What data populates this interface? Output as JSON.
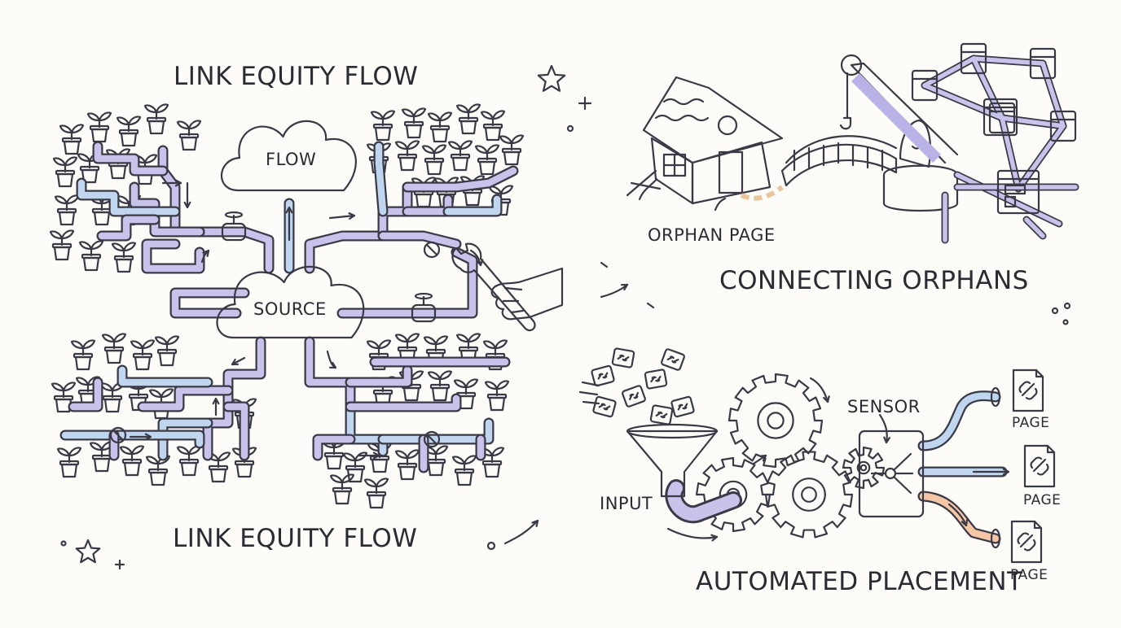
{
  "labels": {
    "top_title": "LINK EQUITY FLOW",
    "bottom_title": "LINK EQUITY FLOW",
    "flow_cloud": "FLOW",
    "source_cloud": "SOURCE",
    "orphan_page": "ORPHAN PAGE",
    "connecting_title": "CONNECTING ORPHANS",
    "sensor": "SENSOR",
    "input": "INPUT",
    "page_1": "PAGE",
    "page_2": "PAGE",
    "page_3": "PAGE",
    "automated_title": "AUTOMATED PLACEMENT"
  },
  "icons": [
    "star-icon",
    "sparkle-icon",
    "house-icon",
    "bridge-icon",
    "crane-icon",
    "wrench-icon",
    "hand-icon",
    "funnel-icon",
    "gear-icon",
    "link-icon",
    "page-icon",
    "pipe-icon",
    "valve-icon",
    "plant-icon",
    "cloud-icon",
    "arrow-icon"
  ],
  "colors": {
    "pipe_purple": "#c9c3ec",
    "pipe_blue": "#bfd6ee",
    "cloud_top": "#cdeae6",
    "cloud_source": "#c9d3f1",
    "pot_orange": "#f5c6a5",
    "pot_purple": "#d3c9ef",
    "pot_green": "#cde9d8",
    "leaf_green": "#8fd1a5",
    "valve": "#f2b7a5",
    "gear_purple": "#c9c2ec",
    "gear_green": "#bfe6d3",
    "funnel": "#f5d9a8",
    "house_wall": "#f7d9b5",
    "roof": "#a99ee0",
    "ink": "#3a3a46"
  }
}
